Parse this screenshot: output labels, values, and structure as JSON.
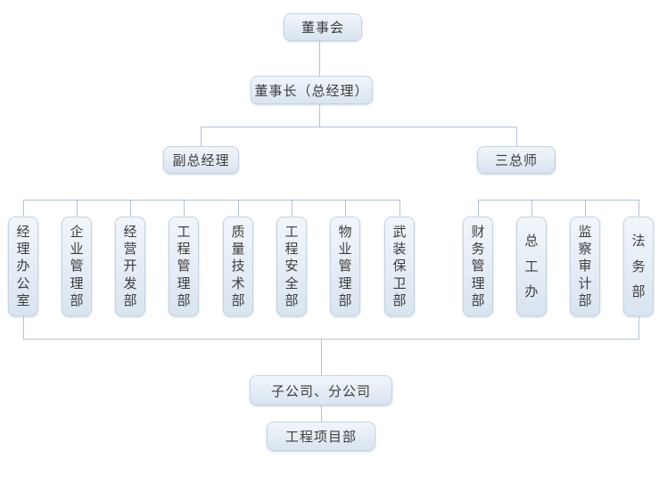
{
  "org_chart": {
    "root": {
      "id": "board",
      "label": "董事会"
    },
    "level2": {
      "id": "chairman",
      "label": "董事长（总经理）"
    },
    "level3": [
      {
        "id": "deputy-gm",
        "label": "副总经理"
      },
      {
        "id": "three-chiefs",
        "label": "三总师"
      }
    ],
    "departments_left": [
      "经理办公室",
      "企业管理部",
      "经营开发部",
      "工程管理部",
      "质量技术部",
      "工程安全部",
      "物业管理部",
      "武装保卫部"
    ],
    "departments_right": [
      "财务管理部",
      "总工办",
      "监察审计部",
      "法务部"
    ],
    "level5": {
      "id": "subsidiaries",
      "label": "子公司、分公司"
    },
    "level6": {
      "id": "project-dept",
      "label": "工程项目部"
    },
    "colors": {
      "background": "#ffffff",
      "box_fill_top": "#f1f6fb",
      "box_fill_mid": "#e4ecf5",
      "box_fill_bottom": "#d9e4f0",
      "box_border": "#c4d2e3",
      "connector_line": "#b2c1d6",
      "text": "#3d3d3d"
    }
  }
}
